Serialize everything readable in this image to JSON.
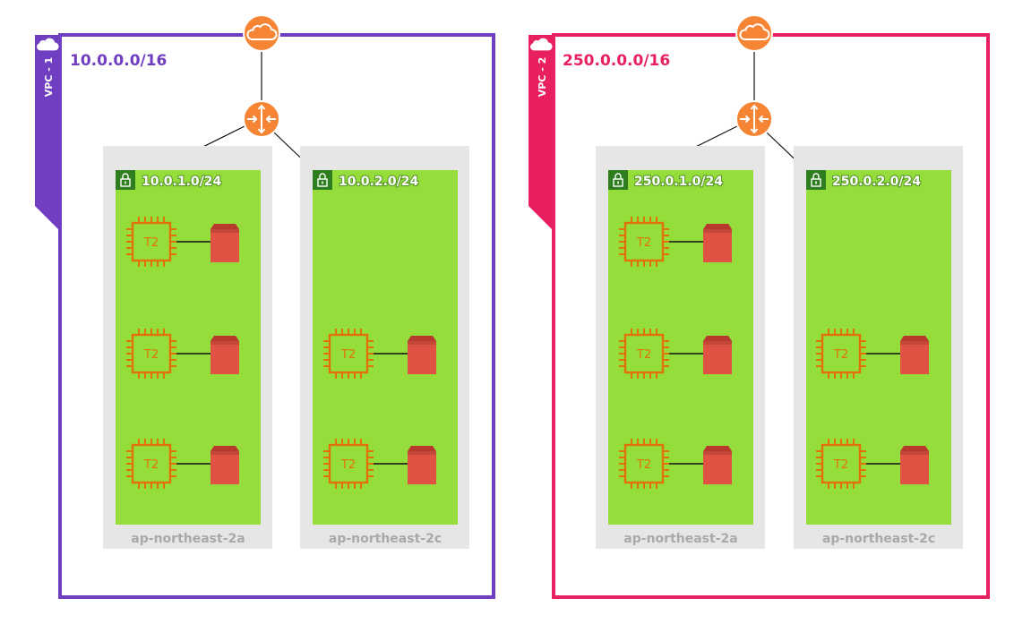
{
  "vpcs": [
    {
      "tab_label": "VPC - 1",
      "cidr": "10.0.0.0/16",
      "color": "#6f3ec1",
      "subnets": [
        {
          "cidr": "10.0.1.0/24",
          "az": "ap-northeast-2a",
          "instances": [
            "T2",
            "T2",
            "T2"
          ]
        },
        {
          "cidr": "10.0.2.0/24",
          "az": "ap-northeast-2c",
          "instances": [
            "T2",
            "T2"
          ]
        }
      ]
    },
    {
      "tab_label": "VPC - 2",
      "cidr": "250.0.0.0/16",
      "color": "#e8205f",
      "subnets": [
        {
          "cidr": "250.0.1.0/24",
          "az": "ap-northeast-2a",
          "instances": [
            "T2",
            "T2",
            "T2"
          ]
        },
        {
          "cidr": "250.0.2.0/24",
          "az": "ap-northeast-2c",
          "instances": [
            "T2",
            "T2"
          ]
        }
      ]
    }
  ],
  "icons": {
    "vpc": "cloud-icon",
    "gateway": "internet-gateway-cloud-icon",
    "router": "router-icon",
    "subnet": "padlock-icon",
    "instance": "ec2-instance-chip-icon",
    "volume": "ebs-volume-icon"
  },
  "colors": {
    "subnet_fill": "#95dd3a",
    "az_background": "#e6e6e6",
    "instance": "#e3710b",
    "volume": "#e05243",
    "gateway": "#f58534",
    "lock_badge": "#2e7d1e"
  }
}
